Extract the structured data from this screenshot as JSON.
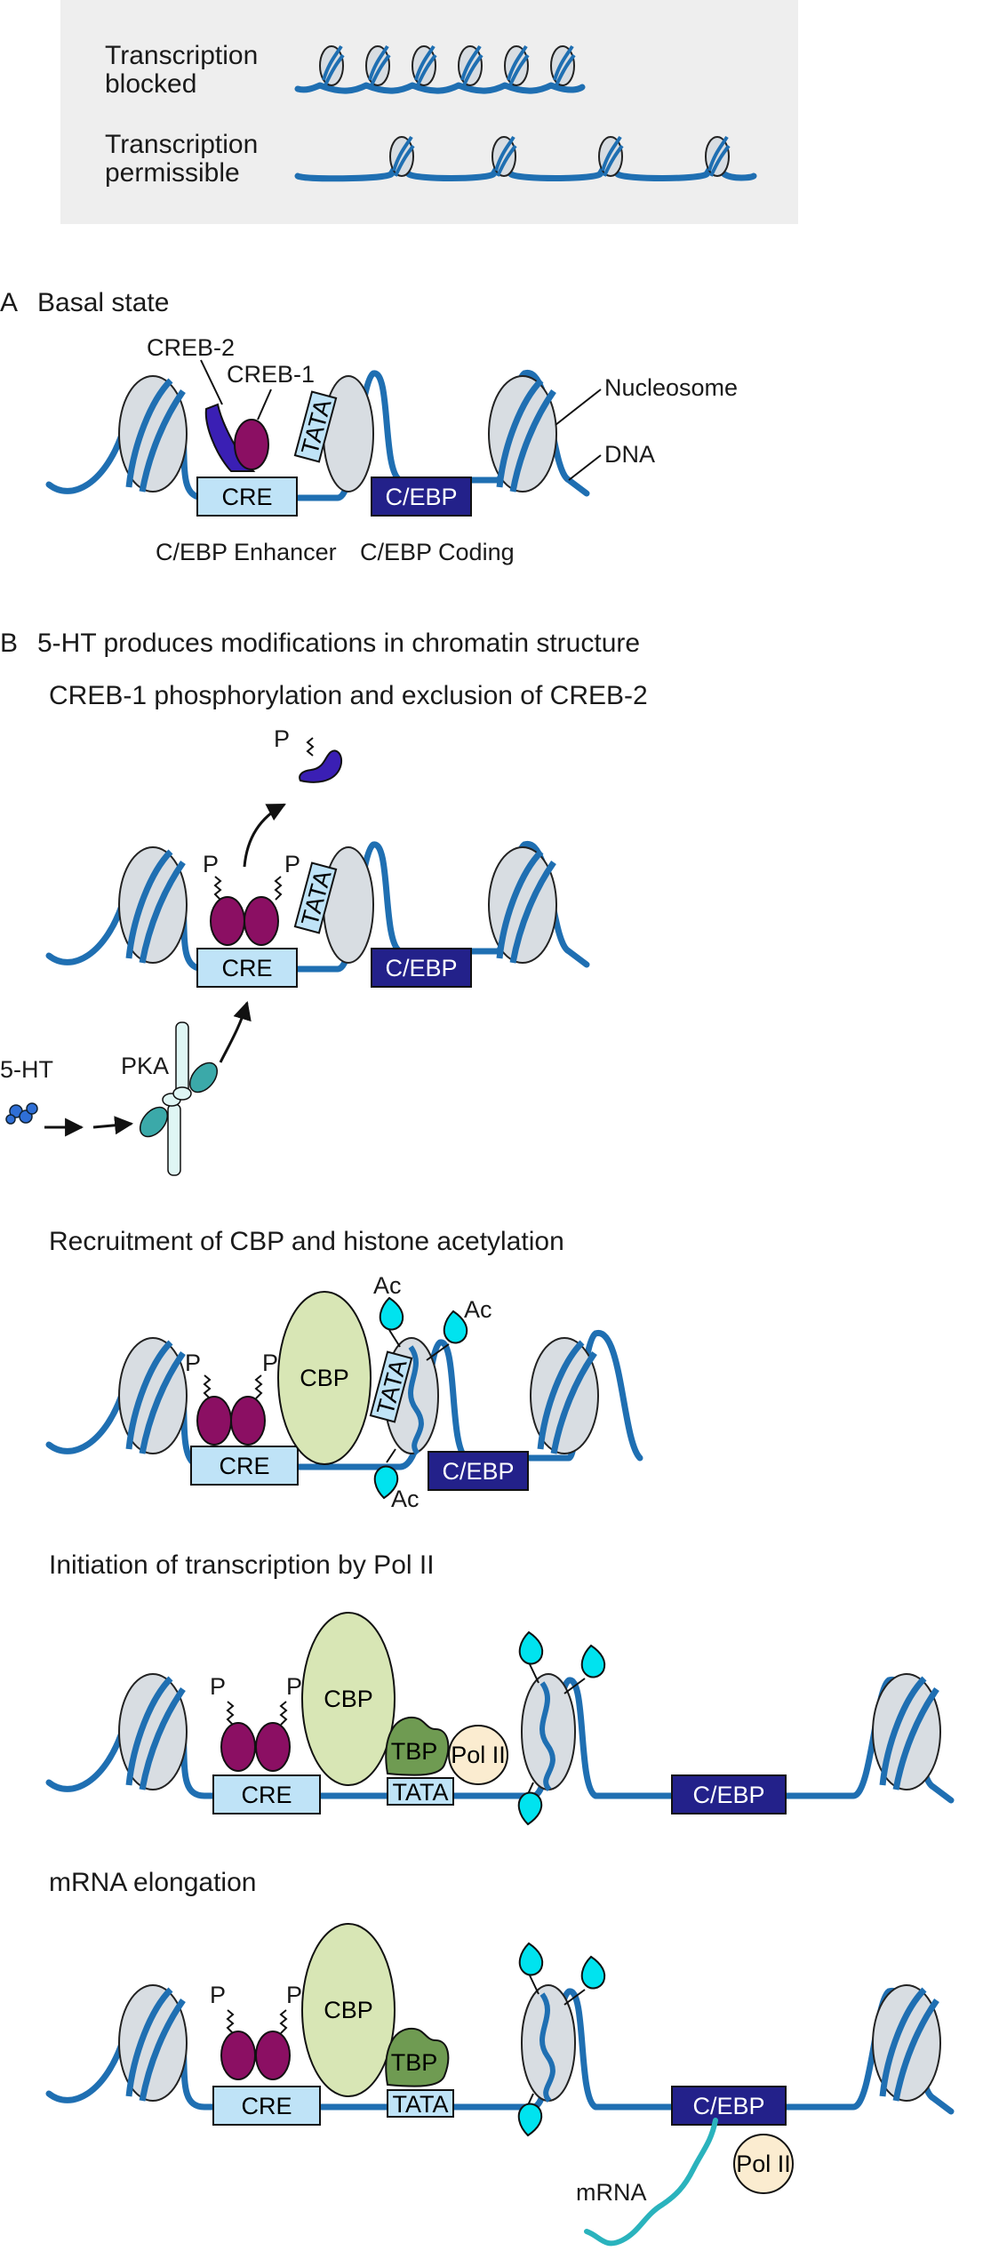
{
  "legend": {
    "blocked_label": [
      "Transcription",
      "blocked"
    ],
    "permissible_label": [
      "Transcription",
      "permissible"
    ]
  },
  "panel_a": {
    "letter": "A",
    "title": "Basal state",
    "creb2": "CREB-2",
    "creb1": "CREB-1",
    "tata": "TATA",
    "cre": "CRE",
    "cebp": "C/EBP",
    "nucleosome": "Nucleosome",
    "dna": "DNA",
    "enhancer_caption": "C/EBP Enhancer",
    "coding_caption": "C/EBP Coding"
  },
  "panel_b": {
    "letter": "B",
    "title": "5-HT produces modifications in chromatin structure",
    "step1": {
      "title": "CREB-1 phosphorylation and exclusion of CREB-2",
      "p": "P",
      "tata": "TATA",
      "cre": "CRE",
      "cebp": "C/EBP",
      "serotonin": "5-HT",
      "pka": "PKA"
    },
    "step2": {
      "title": "Recruitment of CBP and histone acetylation",
      "p": "P",
      "cbp": "CBP",
      "tata": "TATA",
      "cre": "CRE",
      "cebp": "C/EBP",
      "ac": "Ac"
    },
    "step3": {
      "title": "Initiation of transcription by Pol II",
      "p": "P",
      "cbp": "CBP",
      "tbp": "TBP",
      "pol2": "Pol II",
      "cre": "CRE",
      "tata": "TATA",
      "cebp": "C/EBP"
    },
    "step4": {
      "title": "mRNA elongation",
      "p": "P",
      "cbp": "CBP",
      "tbp": "TBP",
      "cre": "CRE",
      "tata": "TATA",
      "cebp": "C/EBP",
      "pol2": "Pol II",
      "mrna": "mRNA"
    }
  },
  "colors": {
    "dna": "#1f6fb2",
    "nucleosome": "#d8dde2",
    "cre_box": "#bfe3f7",
    "cebp_box": "#23218a",
    "creb1": "#8b0f63",
    "creb2": "#3a1fb4",
    "cbp": "#d8e6b5",
    "tbp": "#6f9b52",
    "pol2": "#fbecd0",
    "acetyl": "#00e3ef",
    "mrna": "#2ab3bd",
    "legend_bg": "#eeeeee"
  }
}
